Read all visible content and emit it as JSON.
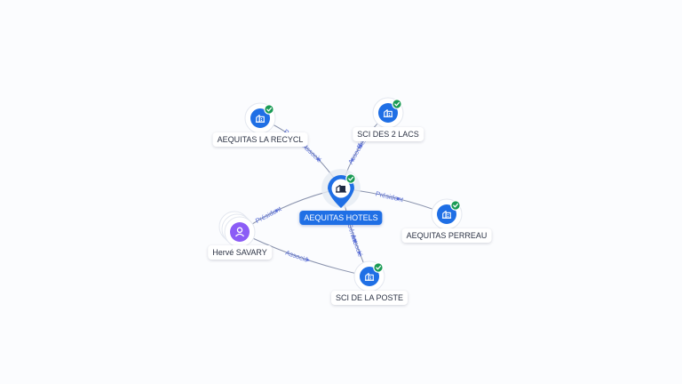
{
  "colors": {
    "company_fill": "#1f6fe5",
    "person_fill": "#8b5cf6",
    "verified_fill": "#1a9b55",
    "edge_stroke": "#8a93ad",
    "edge_label": "#5a6fd6"
  },
  "nodes": [
    {
      "id": "aequitas-hotels",
      "label": "AEQUITAS HOTELS",
      "type": "company",
      "center": true,
      "verified": true
    },
    {
      "id": "aequitas-la-recycl",
      "label": "AEQUITAS LA RECYCL",
      "type": "company",
      "verified": true
    },
    {
      "id": "sci-des-2-lacs",
      "label": "SCI DES 2 LACS",
      "type": "company",
      "verified": true
    },
    {
      "id": "aequitas-perreau",
      "label": "AEQUITAS PERREAU",
      "type": "company",
      "verified": true
    },
    {
      "id": "sci-de-la-poste",
      "label": "SCI DE LA POSTE",
      "type": "company",
      "verified": true
    },
    {
      "id": "herve-savary",
      "label": "Hervé SAVARY",
      "type": "person",
      "verified": false
    }
  ],
  "edges": [
    {
      "from": "aequitas-la-recycl",
      "to": "aequitas-hotels",
      "labels": [
        "Président",
        "Associé"
      ]
    },
    {
      "from": "sci-des-2-lacs",
      "to": "aequitas-hotels",
      "labels": [
        "Gérant",
        "Associé"
      ]
    },
    {
      "from": "aequitas-hotels",
      "to": "aequitas-perreau",
      "labels": [
        "Président"
      ]
    },
    {
      "from": "aequitas-hotels",
      "to": "sci-de-la-poste",
      "labels": [
        "Gérant",
        "Associé"
      ]
    },
    {
      "from": "herve-savary",
      "to": "aequitas-hotels",
      "labels": [
        "Président"
      ]
    },
    {
      "from": "herve-savary",
      "to": "sci-de-la-poste",
      "labels": [
        "Associé"
      ]
    }
  ]
}
